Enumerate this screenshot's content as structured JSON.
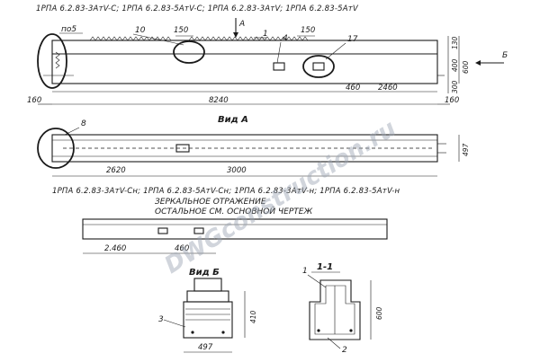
{
  "titles": {
    "top": "1РПА 6.2.83-3АтV-С;  1РПА 6.2.83-5АтV-С;  1РПА 6.2.83-3АтV;  1РПА 6.2.83-5АтV",
    "middle": "1РПА 6.2.83-3АтV-Сн;  1РПА 6.2.83-5АтV-Сн;  1РПА 6.2.83-3АтV-н;  1РПА 6.2.83-5АтV-н",
    "mirror": "ЗЕРКАЛЬНОЕ  ОТРАЖЕНИЕ",
    "rest": "ОСТАЛЬНОЕ  СМ.  ОСНОВНОЙ  ЧЕРТЕЖ"
  },
  "views": {
    "a": "Вид  А",
    "b": "Вид Б",
    "section": "1-1",
    "arrow_a": "А",
    "arrow_b": "Б"
  },
  "callouts": {
    "pos5": "по5",
    "c10": "10",
    "c4": "4",
    "c17": "17",
    "c8": "8",
    "c1_top": "1",
    "s1": "1",
    "s2": "2",
    "s3": "3"
  },
  "dims": {
    "d150a": "150",
    "d150b": "150",
    "d130": "130",
    "d600a": "600",
    "d400": "400",
    "d300": "300",
    "d8240": "8240",
    "d160l": "160",
    "d160r": "160",
    "d460a": "460",
    "d2460a": "2460",
    "d497a": "497",
    "d2620": "2620",
    "d3000": "3000",
    "d2460b": "2.460",
    "d460b": "460",
    "d410": "410",
    "d497b": "497",
    "d600b": "600"
  },
  "watermark": "DWGconstruction.ru"
}
